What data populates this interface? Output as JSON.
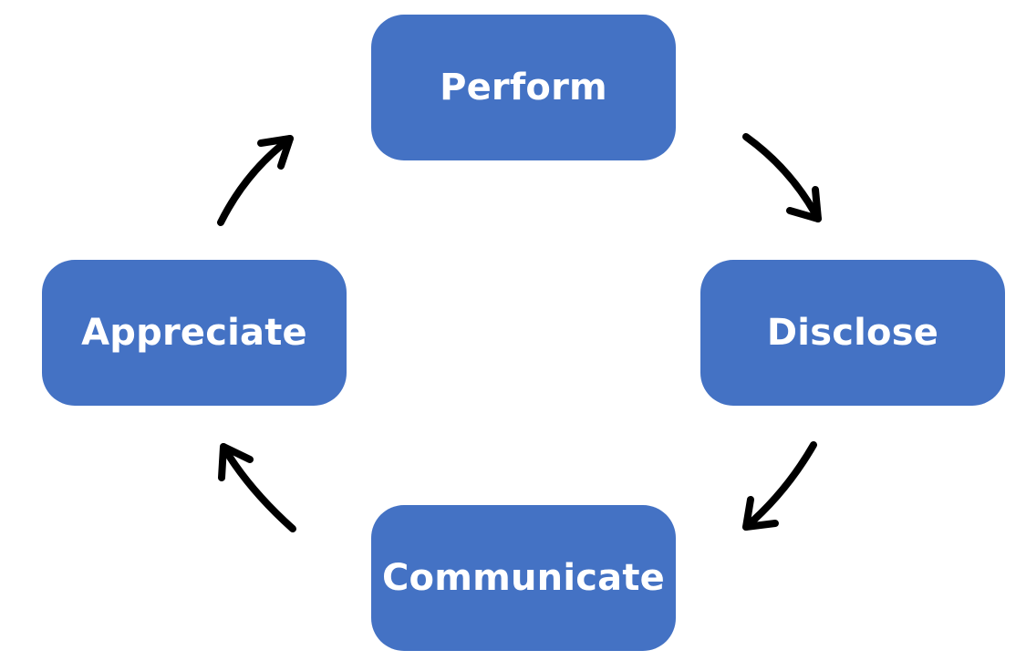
{
  "diagram": {
    "type": "cycle",
    "box_color": "#4472C4",
    "text_color": "#FFFFFF",
    "arrow_color": "#000000",
    "nodes": {
      "top": {
        "label": "Perform"
      },
      "right": {
        "label": "Disclose"
      },
      "bottom": {
        "label": "Communicate"
      },
      "left": {
        "label": "Appreciate"
      }
    },
    "flow": [
      "Perform",
      "Disclose",
      "Communicate",
      "Appreciate"
    ],
    "direction": "clockwise"
  }
}
